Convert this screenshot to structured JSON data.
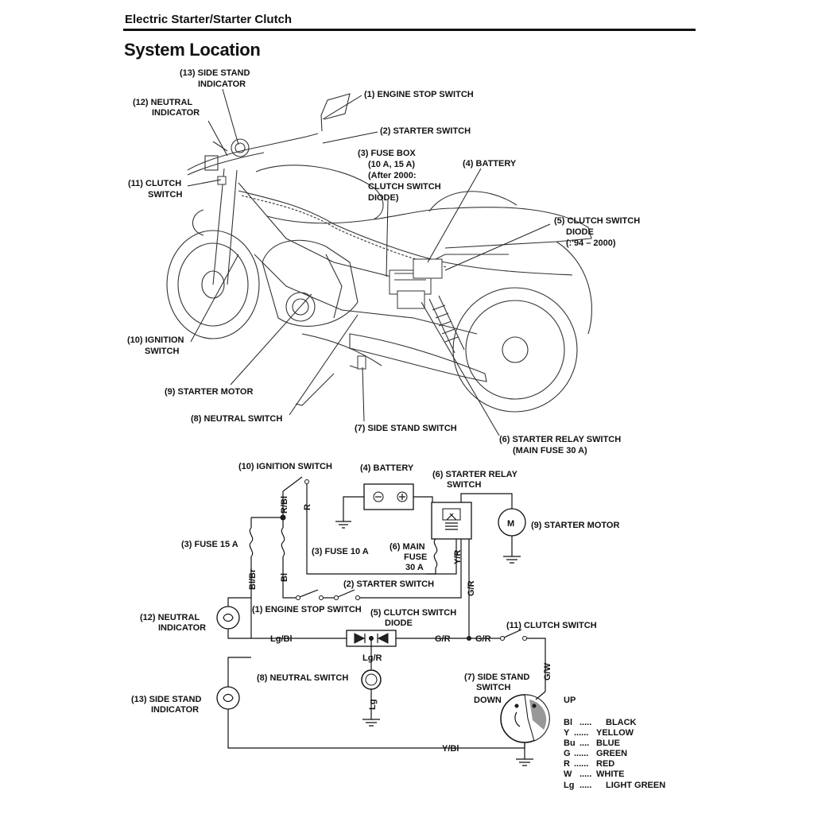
{
  "header": {
    "title": "Electric Starter/Starter Clutch"
  },
  "section_title": "System Location",
  "location_labels": {
    "c13": [
      "(13) SIDE STAND",
      "INDICATOR"
    ],
    "c12": [
      "(12) NEUTRAL",
      "INDICATOR"
    ],
    "c1": [
      "(1) ENGINE STOP SWITCH"
    ],
    "c2": [
      "(2) STARTER SWITCH"
    ],
    "c3": [
      "(3) FUSE BOX",
      "(10 A, 15 A)",
      "(After 2000:",
      "CLUTCH SWITCH",
      "DIODE)"
    ],
    "c4": [
      "(4) BATTERY"
    ],
    "c5": [
      "(5) CLUTCH SWITCH",
      "DIODE",
      "(:'94 – 2000)"
    ],
    "c11": [
      "(11) CLUTCH",
      "SWITCH"
    ],
    "c10": [
      "(10) IGNITION",
      "SWITCH"
    ],
    "c9": [
      "(9) STARTER MOTOR"
    ],
    "c8": [
      "(8) NEUTRAL SWITCH"
    ],
    "c7": [
      "(7) SIDE STAND SWITCH"
    ],
    "c6": [
      "(6) STARTER RELAY SWITCH",
      "(MAIN FUSE 30 A)"
    ]
  },
  "schematic_labels": {
    "ignition_switch": "(10) IGNITION SWITCH",
    "battery": "(4) BATTERY",
    "starter_relay": [
      "(6) STARTER RELAY",
      "SWITCH"
    ],
    "starter_motor": "(9) STARTER MOTOR",
    "motor_symbol": "M",
    "fuse_15": "(3) FUSE 15 A",
    "fuse_10": "(3) FUSE 10 A",
    "main_fuse": [
      "(6) MAIN",
      "FUSE",
      "30 A"
    ],
    "starter_switch": "(2) STARTER SWITCH",
    "engine_stop_switch": "(1) ENGINE STOP SWITCH",
    "clutch_switch_diode": [
      "(5) CLUTCH SWITCH",
      "DIODE"
    ],
    "neutral_indicator": [
      "(12) NEUTRAL",
      "INDICATOR"
    ],
    "clutch_switch": "(11) CLUTCH SWITCH",
    "neutral_switch": "(8) NEUTRAL SWITCH",
    "side_stand_switch": [
      "(7) SIDE STAND",
      "SWITCH"
    ],
    "side_stand_indicator": [
      "(13) SIDE STAND",
      "INDICATOR"
    ],
    "down": "DOWN",
    "up": "UP"
  },
  "wire_codes": {
    "r_bl": "R/Bl",
    "r": "R",
    "bl_br": "Bl/Br",
    "bl": "Bl",
    "y_r": "Y/R",
    "g_r_vertical": "G/R",
    "lg_bl": "Lg/Bl",
    "g_r_1": "G/R",
    "g_r_2": "G/R",
    "lg_r": "Lg/R",
    "lg": "Lg",
    "g_w": "G/W",
    "y_bl": "Y/Bl"
  },
  "color_legend": [
    {
      "code": "Bl",
      "dots": ".....",
      "name": "BLACK"
    },
    {
      "code": "Y",
      "dots": "......",
      "name": "YELLOW"
    },
    {
      "code": "Bu",
      "dots": "....",
      "name": "BLUE"
    },
    {
      "code": "G",
      "dots": "......",
      "name": "GREEN"
    },
    {
      "code": "R",
      "dots": "......",
      "name": "RED"
    },
    {
      "code": "W",
      "dots": ".....",
      "name": "WHITE"
    },
    {
      "code": "Lg",
      "dots": ".....",
      "name": "LIGHT GREEN"
    }
  ]
}
